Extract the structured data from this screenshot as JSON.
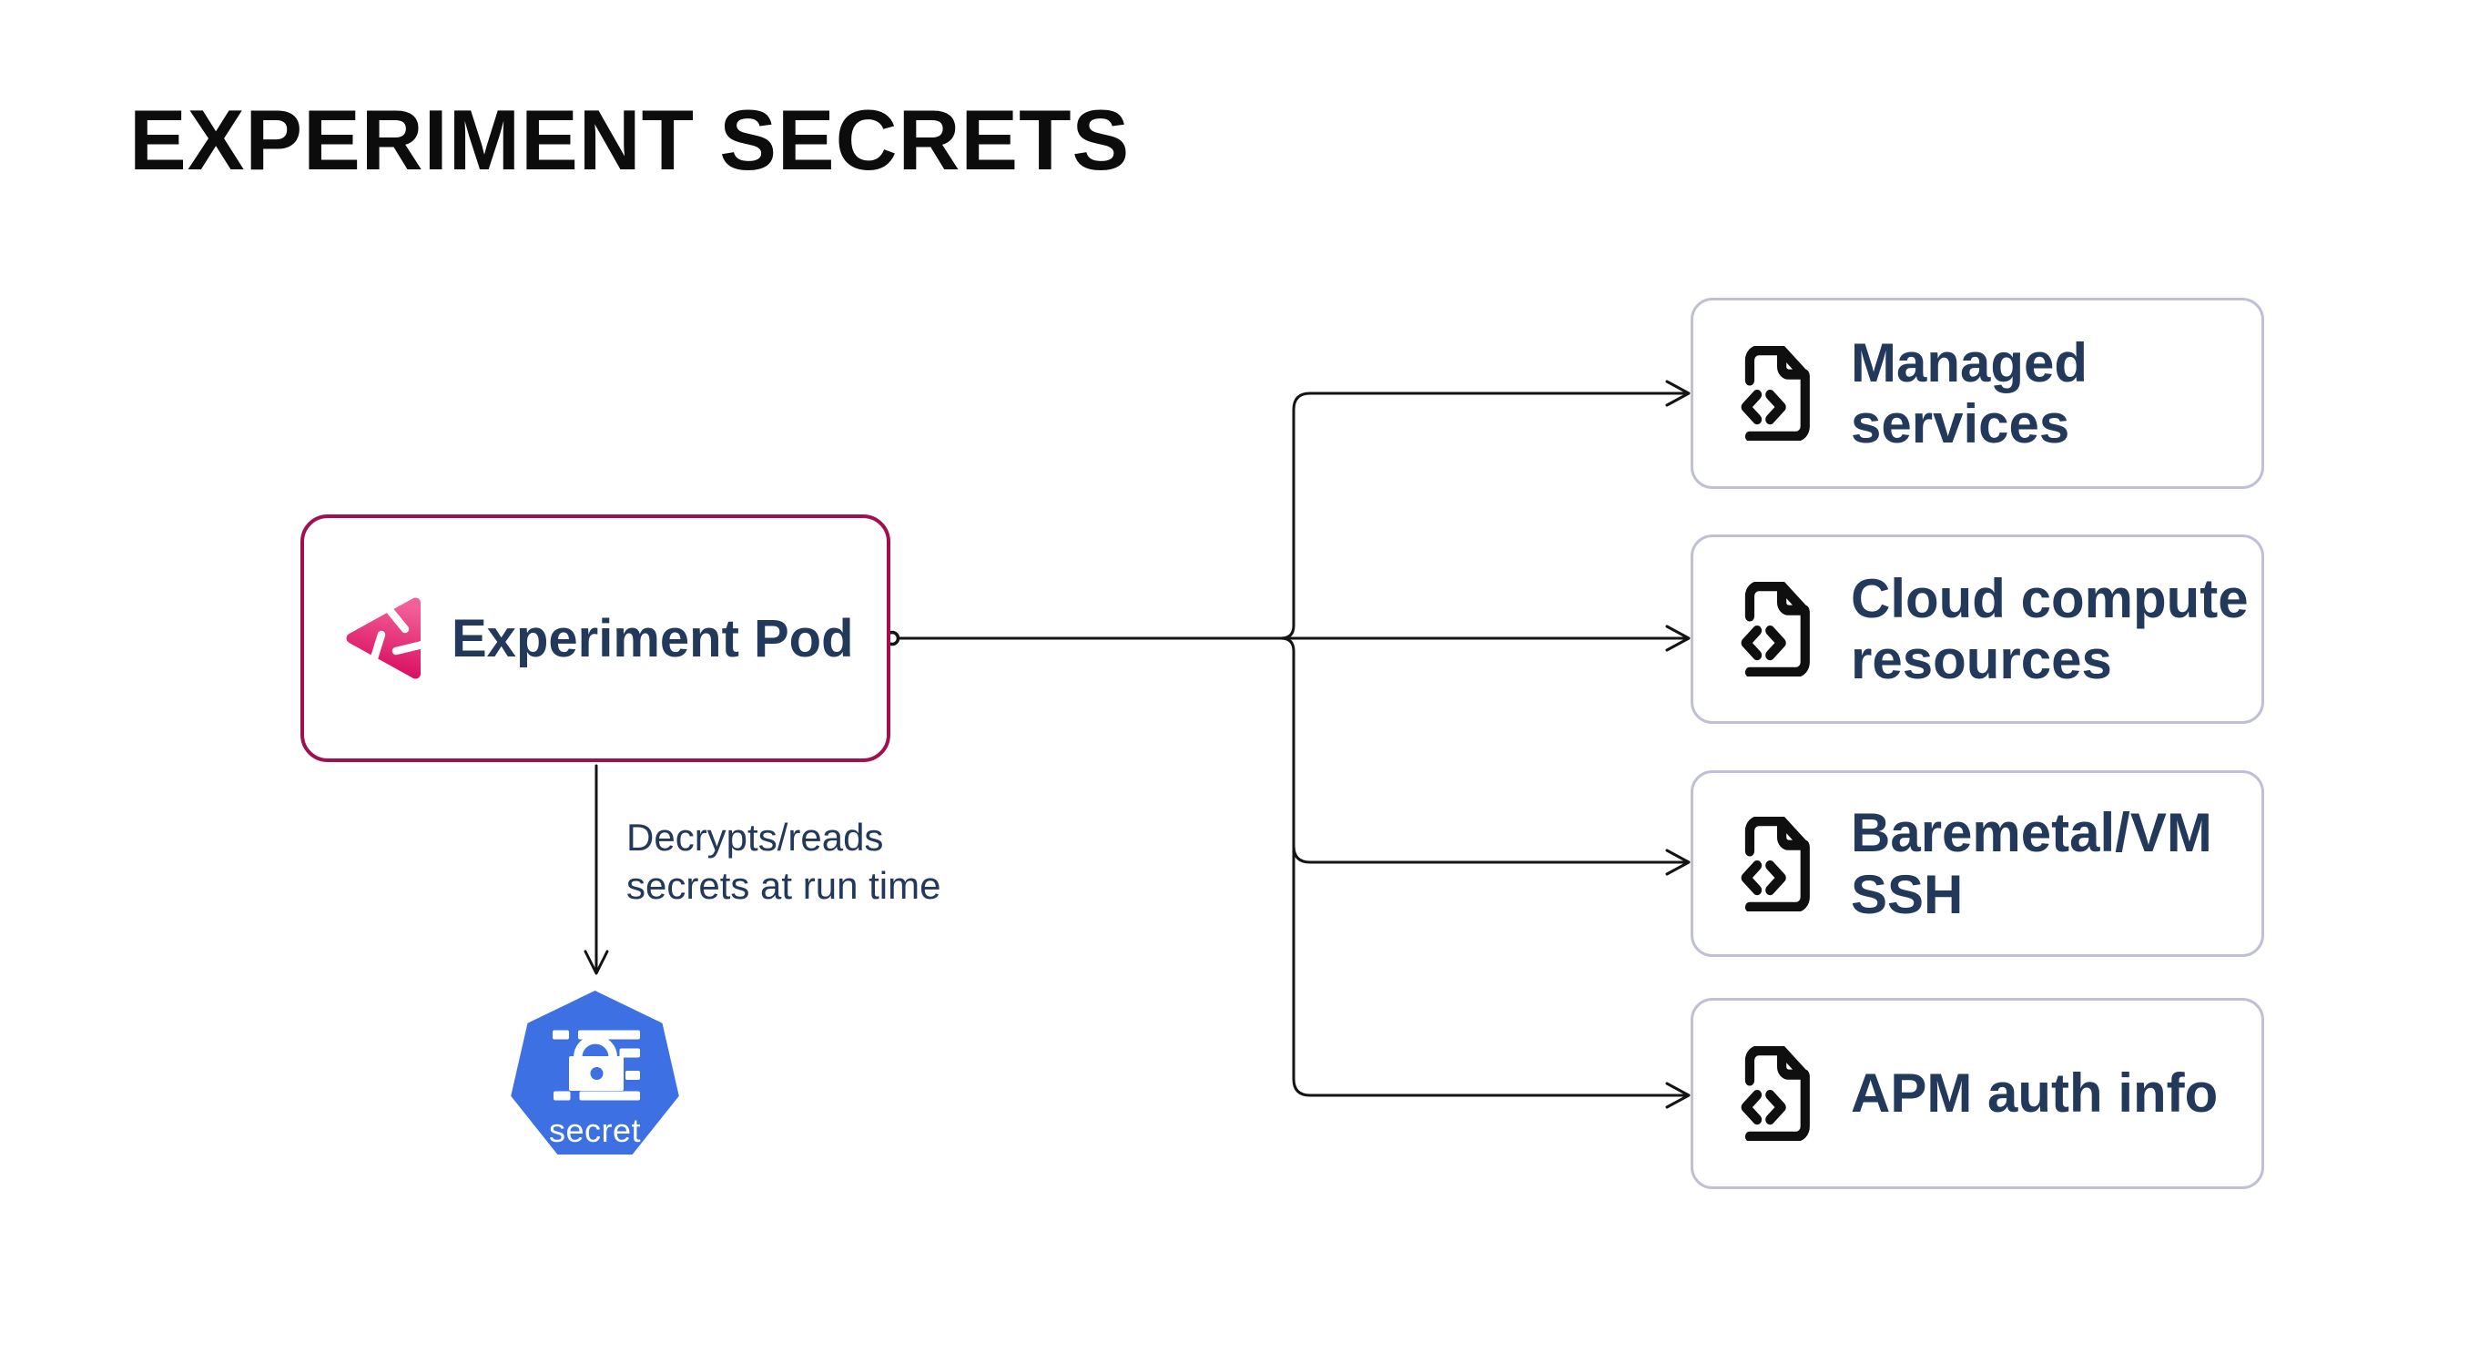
{
  "title": "EXPERIMENT SECRETS",
  "nodes": {
    "pod": {
      "label": "Experiment Pod",
      "icon": "experiment-logo-icon"
    },
    "secret": {
      "label": "secret",
      "icon": "kubernetes-secret-icon"
    },
    "targets": [
      {
        "label": "Managed services",
        "icon": "file-code-icon"
      },
      {
        "label": "Cloud compute resources",
        "icon": "file-code-icon"
      },
      {
        "label": "Baremetal/VM SSH",
        "icon": "file-code-icon"
      },
      {
        "label": "APM auth info",
        "icon": "file-code-icon"
      }
    ]
  },
  "edges": {
    "pod_to_secret_label": "Decrypts/reads\nsecrets at run time"
  },
  "colors": {
    "background": "#FFFFFF",
    "title_text": "#0C0C0C",
    "navy_text": "#22395B",
    "pod_border": "#A0104E",
    "target_border": "#BFBFD9",
    "connector_line": "#141414",
    "kubernetes_blue": "#3C70E3",
    "logo_pink_light": "#F35F97",
    "logo_pink_dark": "#D80B5F",
    "icon_black": "#0F0F0F"
  }
}
